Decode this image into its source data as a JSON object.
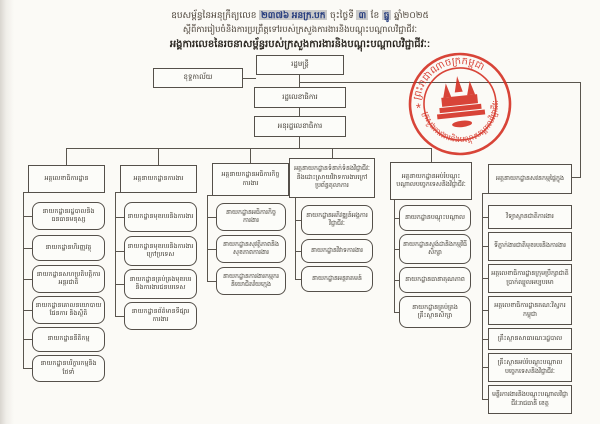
{
  "title": {
    "line1_prefix": "ឧបសម្ព័ន្ធនៃអនុក្រឹត្យលេខ ",
    "line1_number": "២៣៧៦ អនក្រ.បក",
    "line1_mid": " ចុះថ្ងៃទី ",
    "line1_day": "៣",
    "line1_khae": " ខែ ",
    "line1_month": "ធ្នូ",
    "line1_year": " ឆ្នាំ២០២៥",
    "line2": "ស្តីពីការរៀបចំនិងការប្រព្រឹត្តទៅរបស់ក្រសួងការងារនិងបណ្តុះបណ្តាលវិជ្ជាជីវៈ",
    "line3": "អង្គការលេខនៃរចនាសម្ព័ន្ធរបស់ក្រសួងការងារនិងបណ្តុះបណ្តាលវិជ្ជាជីវៈ:"
  },
  "top_nodes": {
    "minister": "រដ្ឋមន្ត្រី",
    "cabinet": "ខុទ្ទកាល័យ",
    "secretary_of_state": "រដ្ឋលេខាធិការ",
    "under_secretary_of_state": "អនុរដ្ឋលេខាធិការ"
  },
  "columns": [
    {
      "header": "អគ្គលេខាធិការដ្ឋាន",
      "items": [
        "នាយកដ្ឋានរដ្ឋបាលនិងធនធានមនុស្ស",
        "នាយកដ្ឋានហិរញ្ញវត្ថុ",
        "នាយកដ្ឋានសហប្រតិបត្តិការអន្តរជាតិ",
        "នាយកដ្ឋានគោលនយោបាយ ផែនការ និងស្ថិតិ",
        "នាយកដ្ឋាននីតិកម្ម",
        "នាយកដ្ឋានបរិក្ខារកម្មនិងថែទាំ"
      ]
    },
    {
      "header": "អគ្គនាយកដ្ឋានការងារ",
      "items": [
        "នាយកដ្ឋានមុខរបរនិងការងារ",
        "នាយកដ្ឋានមុខរបរនិងការងារក្រៅប្រទេស",
        "នាយកដ្ឋានគ្រប់គ្រងមុខរបរនិងការងារជនបរទេស",
        "នាយកដ្ឋានព័ត៌មានទីផ្សារការងារ"
      ]
    },
    {
      "header": "អគ្គនាយកដ្ឋានអធិការកិច្ចការងារ",
      "items": [
        "នាយកដ្ឋានអធិការកិច្ចការងារ",
        "នាយកដ្ឋានសុវត្ថិភាពនិងសុខភាពការងារ",
        "នាយកដ្ឋានការងារកម្មករនិយោជិតវ័យក្មេង"
      ]
    },
    {
      "header": "អគ្គនាយកដ្ឋានទំនាក់ទំនងវិជ្ជាជីវៈនិងដោះស្រាយវិវាទការងារក្រៅប្រព័ន្ធតុលាការ",
      "items": [
        "នាយកដ្ឋានអភិវឌ្ឍន៍អង្គការវិជ្ជាជីវៈ",
        "នាយកដ្ឋានវិវាទការងារ",
        "នាយកដ្ឋានអន្តរាគមន៍"
      ]
    },
    {
      "header": "អគ្គនាយកដ្ឋានអប់រំបណ្តុះបណ្តាលបច្ចេកទេសនិងវិជ្ជាជីវៈ",
      "items": [
        "នាយកដ្ឋានបណ្តុះបណ្តាល",
        "នាយកដ្ឋានស្តង់ដានិងកម្មវិធីសិក្សា",
        "នាយកដ្ឋានធានាគុណភាព",
        "នាយកដ្ឋានគ្រប់គ្រងគ្រឹះស្ថានសិក្សា"
      ]
    },
    {
      "header": "អគ្គនាយកដ្ឋានសវនកម្មផ្ទៃក្នុង",
      "items": [
        "វិទ្យាស្ថានជាតិការងារ",
        "ទីភ្នាក់ងារជាតិមុខរបរនិងការងារ",
        "អគ្គលេខាធិការដ្ឋានក្រុមប្រឹក្សាជាតិប្រាក់ឈ្នួលអប្បបរមា",
        "អគ្គលេខាធិការដ្ឋានគណៈវិស្វករកម្ពុជា",
        "គ្រឹះស្ថានសាធារណៈរដ្ឋបាល",
        "គ្រឹះស្ថានអប់រំបណ្តុះបណ្តាលបច្ចេកទេសនិងវិជ្ជាជីវៈ",
        "មន្ទីរការងារនិងបណ្តុះបណ្តាលវិជ្ជាជីវៈរាជធានី ខេត្ត"
      ]
    }
  ],
  "stamp": {
    "top_text": "ព្រះរាជាណាចក្រកម្ពុជា",
    "bottom_text": "ក្រសួងការងារនិងបណ្តុះបណ្តាលវិជ្ជាជីវៈ",
    "color": "#d42b1e"
  }
}
